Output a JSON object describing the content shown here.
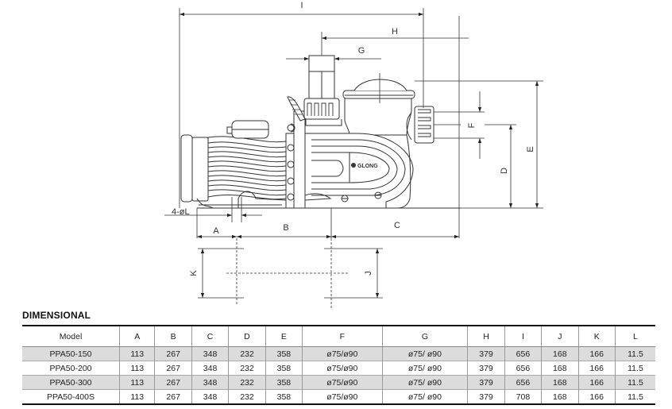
{
  "drawing": {
    "logo_text": "GLONG",
    "dimension_labels": {
      "A": "A",
      "B": "B",
      "C": "C",
      "D": "D",
      "E": "E",
      "F": "F",
      "G": "G",
      "H": "H",
      "I": "I",
      "J": "J",
      "K": "K",
      "L": "4-øL"
    }
  },
  "section_title": "DIMENSIONAL",
  "table": {
    "headers": [
      "Model",
      "A",
      "B",
      "C",
      "D",
      "E",
      "F",
      "G",
      "H",
      "I",
      "J",
      "K",
      "L"
    ],
    "rows": [
      [
        "PPA50-150",
        "113",
        "267",
        "348",
        "232",
        "358",
        "ø75/ø90",
        "ø75/ ø90",
        "379",
        "656",
        "168",
        "166",
        "11.5"
      ],
      [
        "PPA50-200",
        "113",
        "267",
        "348",
        "232",
        "358",
        "ø75/ø90",
        "ø75/ ø90",
        "379",
        "656",
        "168",
        "166",
        "11.5"
      ],
      [
        "PPA50-300",
        "113",
        "267",
        "348",
        "232",
        "358",
        "ø75/ø90",
        "ø75/ ø90",
        "379",
        "656",
        "168",
        "166",
        "11.5"
      ],
      [
        "PPA50-400S",
        "113",
        "267",
        "348",
        "232",
        "358",
        "ø75/ø90",
        "ø75/ ø90",
        "379",
        "708",
        "168",
        "166",
        "11.5"
      ]
    ]
  }
}
